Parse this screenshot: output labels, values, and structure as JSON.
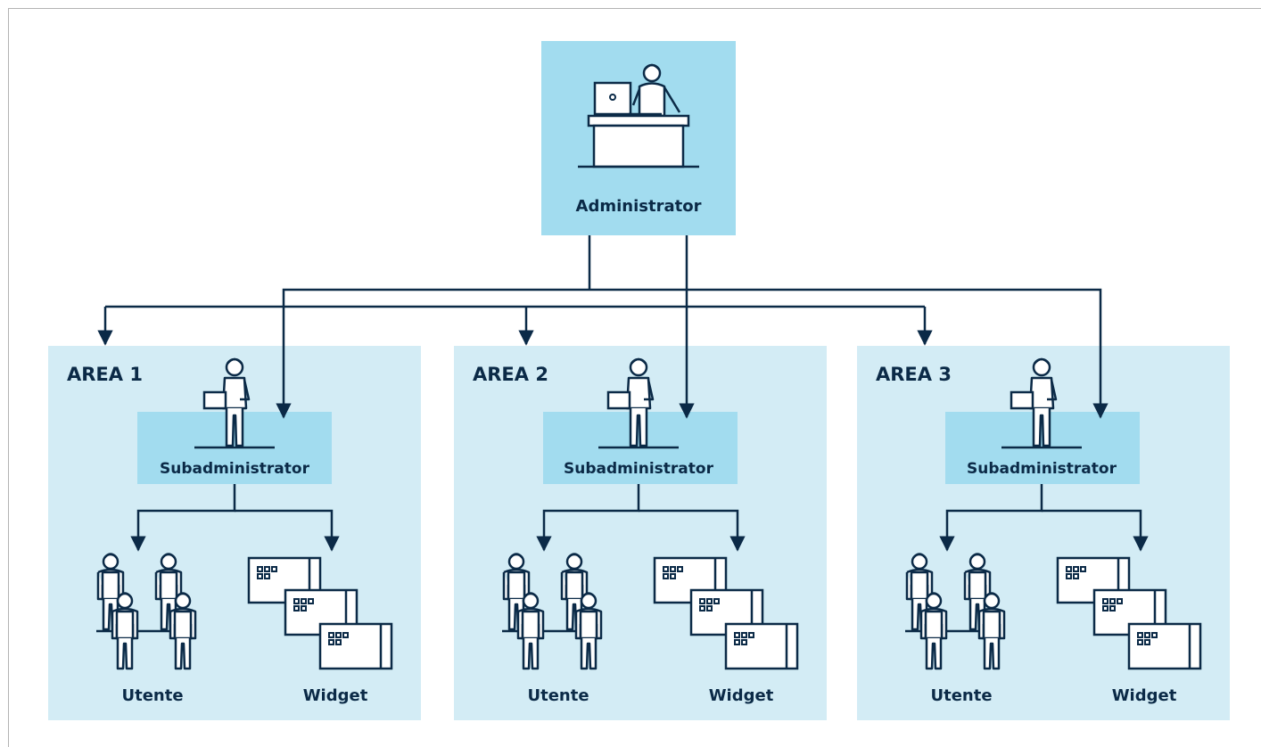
{
  "colors": {
    "ink": "#0b2a47",
    "area_fill": "#d3ecf5",
    "box_fill": "#a2dcef",
    "frame": "#b3b3b3"
  },
  "administrator": {
    "label": "Administrator",
    "icon": "admin-at-desk-icon"
  },
  "areas": [
    {
      "title": "AREA 1",
      "subadmin_label": "Subadministrator",
      "users_label": "Utente",
      "widgets_label": "Widget"
    },
    {
      "title": "AREA 2",
      "subadmin_label": "Subadministrator",
      "users_label": "Utente",
      "widgets_label": "Widget"
    },
    {
      "title": "AREA 3",
      "subadmin_label": "Subadministrator",
      "users_label": "Utente",
      "widgets_label": "Widget"
    }
  ]
}
